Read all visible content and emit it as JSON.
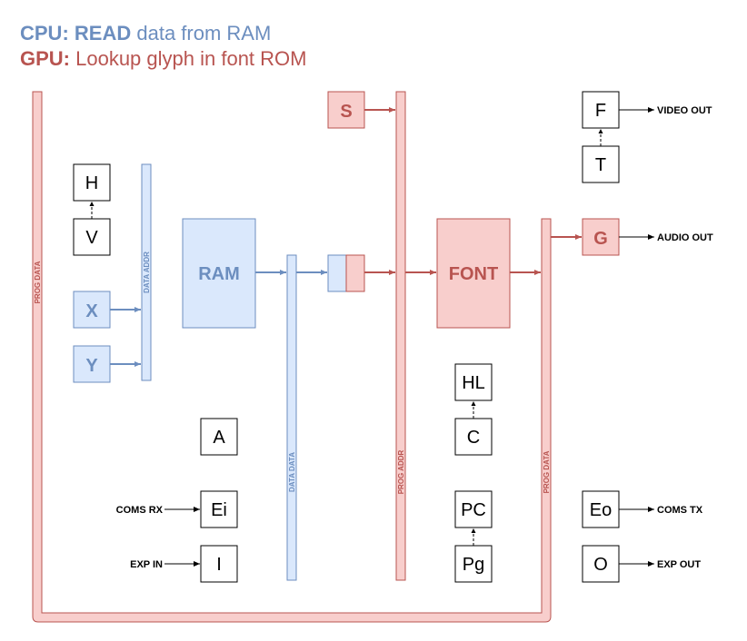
{
  "title": {
    "cpu_prefix": "CPU:",
    "cpu_verb": "READ",
    "cpu_rest": " data from RAM",
    "gpu_prefix": "GPU:",
    "gpu_rest": " Lookup glyph in font ROM"
  },
  "colors": {
    "cpu_text": "#6c8ebf",
    "cpu_fill": "#dae8fc",
    "gpu_text": "#b85450",
    "gpu_fill": "#f8cecc",
    "black": "#000000"
  },
  "boxes": {
    "h": "H",
    "v": "V",
    "x": "X",
    "y": "Y",
    "ram": "RAM",
    "s": "S",
    "font": "FONT",
    "f": "F",
    "t": "T",
    "g": "G",
    "hl": "HL",
    "c": "C",
    "a": "A",
    "ei": "Ei",
    "i": "I",
    "pc": "PC",
    "pg": "Pg",
    "eo": "Eo",
    "o": "O"
  },
  "buses": {
    "prog_data_left": "PROG DATA",
    "data_addr": "DATA ADDR",
    "data_data": "DATA DATA",
    "prog_addr": "PROG ADDR",
    "prog_data_right": "PROG DATA"
  },
  "io": {
    "video_out": "VIDEO OUT",
    "audio_out": "AUDIO OUT",
    "coms_rx": "COMS RX",
    "exp_in": "EXP IN",
    "coms_tx": "COMS TX",
    "exp_out": "EXP OUT"
  }
}
